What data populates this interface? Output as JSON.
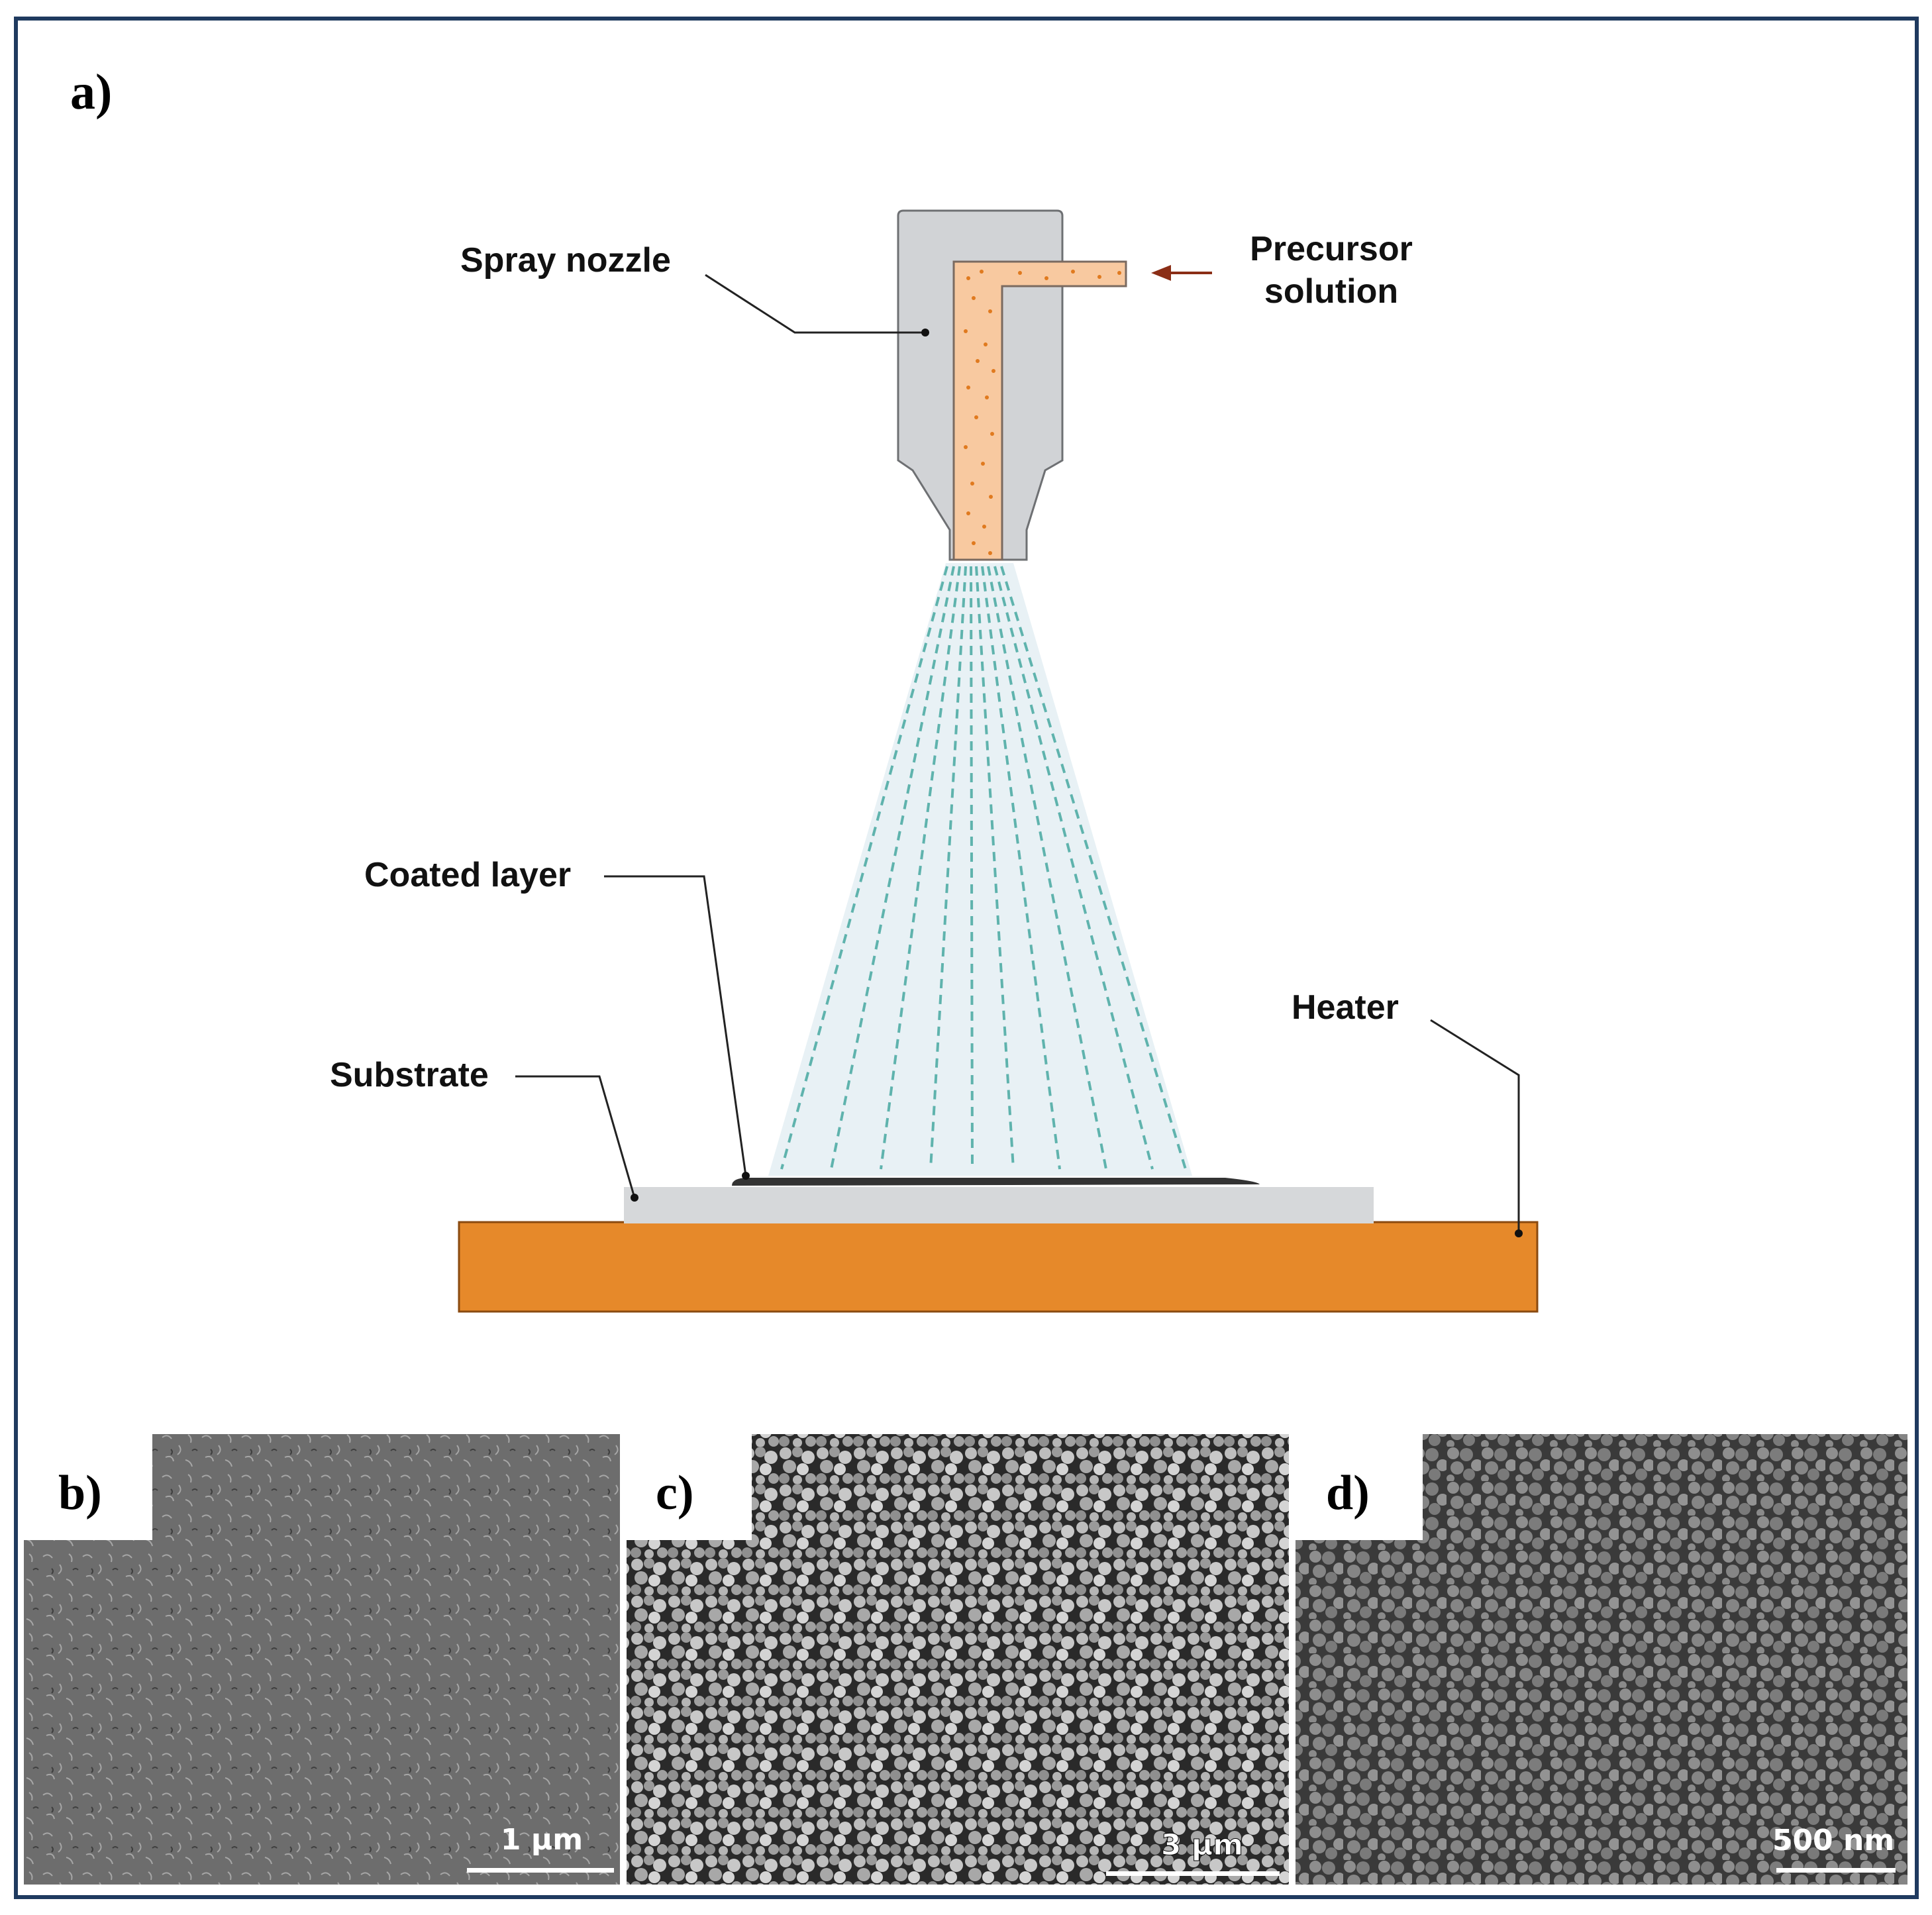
{
  "panels": {
    "a": "a)",
    "b": "b)",
    "c": "c)",
    "d": "d)"
  },
  "diagram": {
    "spray_nozzle": "Spray nozzle",
    "precursor_line1": "Precursor",
    "precursor_line2": "solution",
    "coated_layer": "Coated layer",
    "substrate": "Substrate",
    "heater": "Heater"
  },
  "sem": {
    "b_scale": "1 µm",
    "c_scale": "3 µm",
    "d_scale": "500 nm"
  },
  "colors": {
    "frame": "#1f3a5f",
    "nozzle": "#d1d3d6",
    "precursor": "#f8c9a0",
    "precursor_dots": "#e07a1f",
    "arrow": "#8b2e16",
    "spray": "#5fb3ad",
    "heater": "#e6892a",
    "substrate": "#d6d8da",
    "coated_layer": "#333333"
  }
}
